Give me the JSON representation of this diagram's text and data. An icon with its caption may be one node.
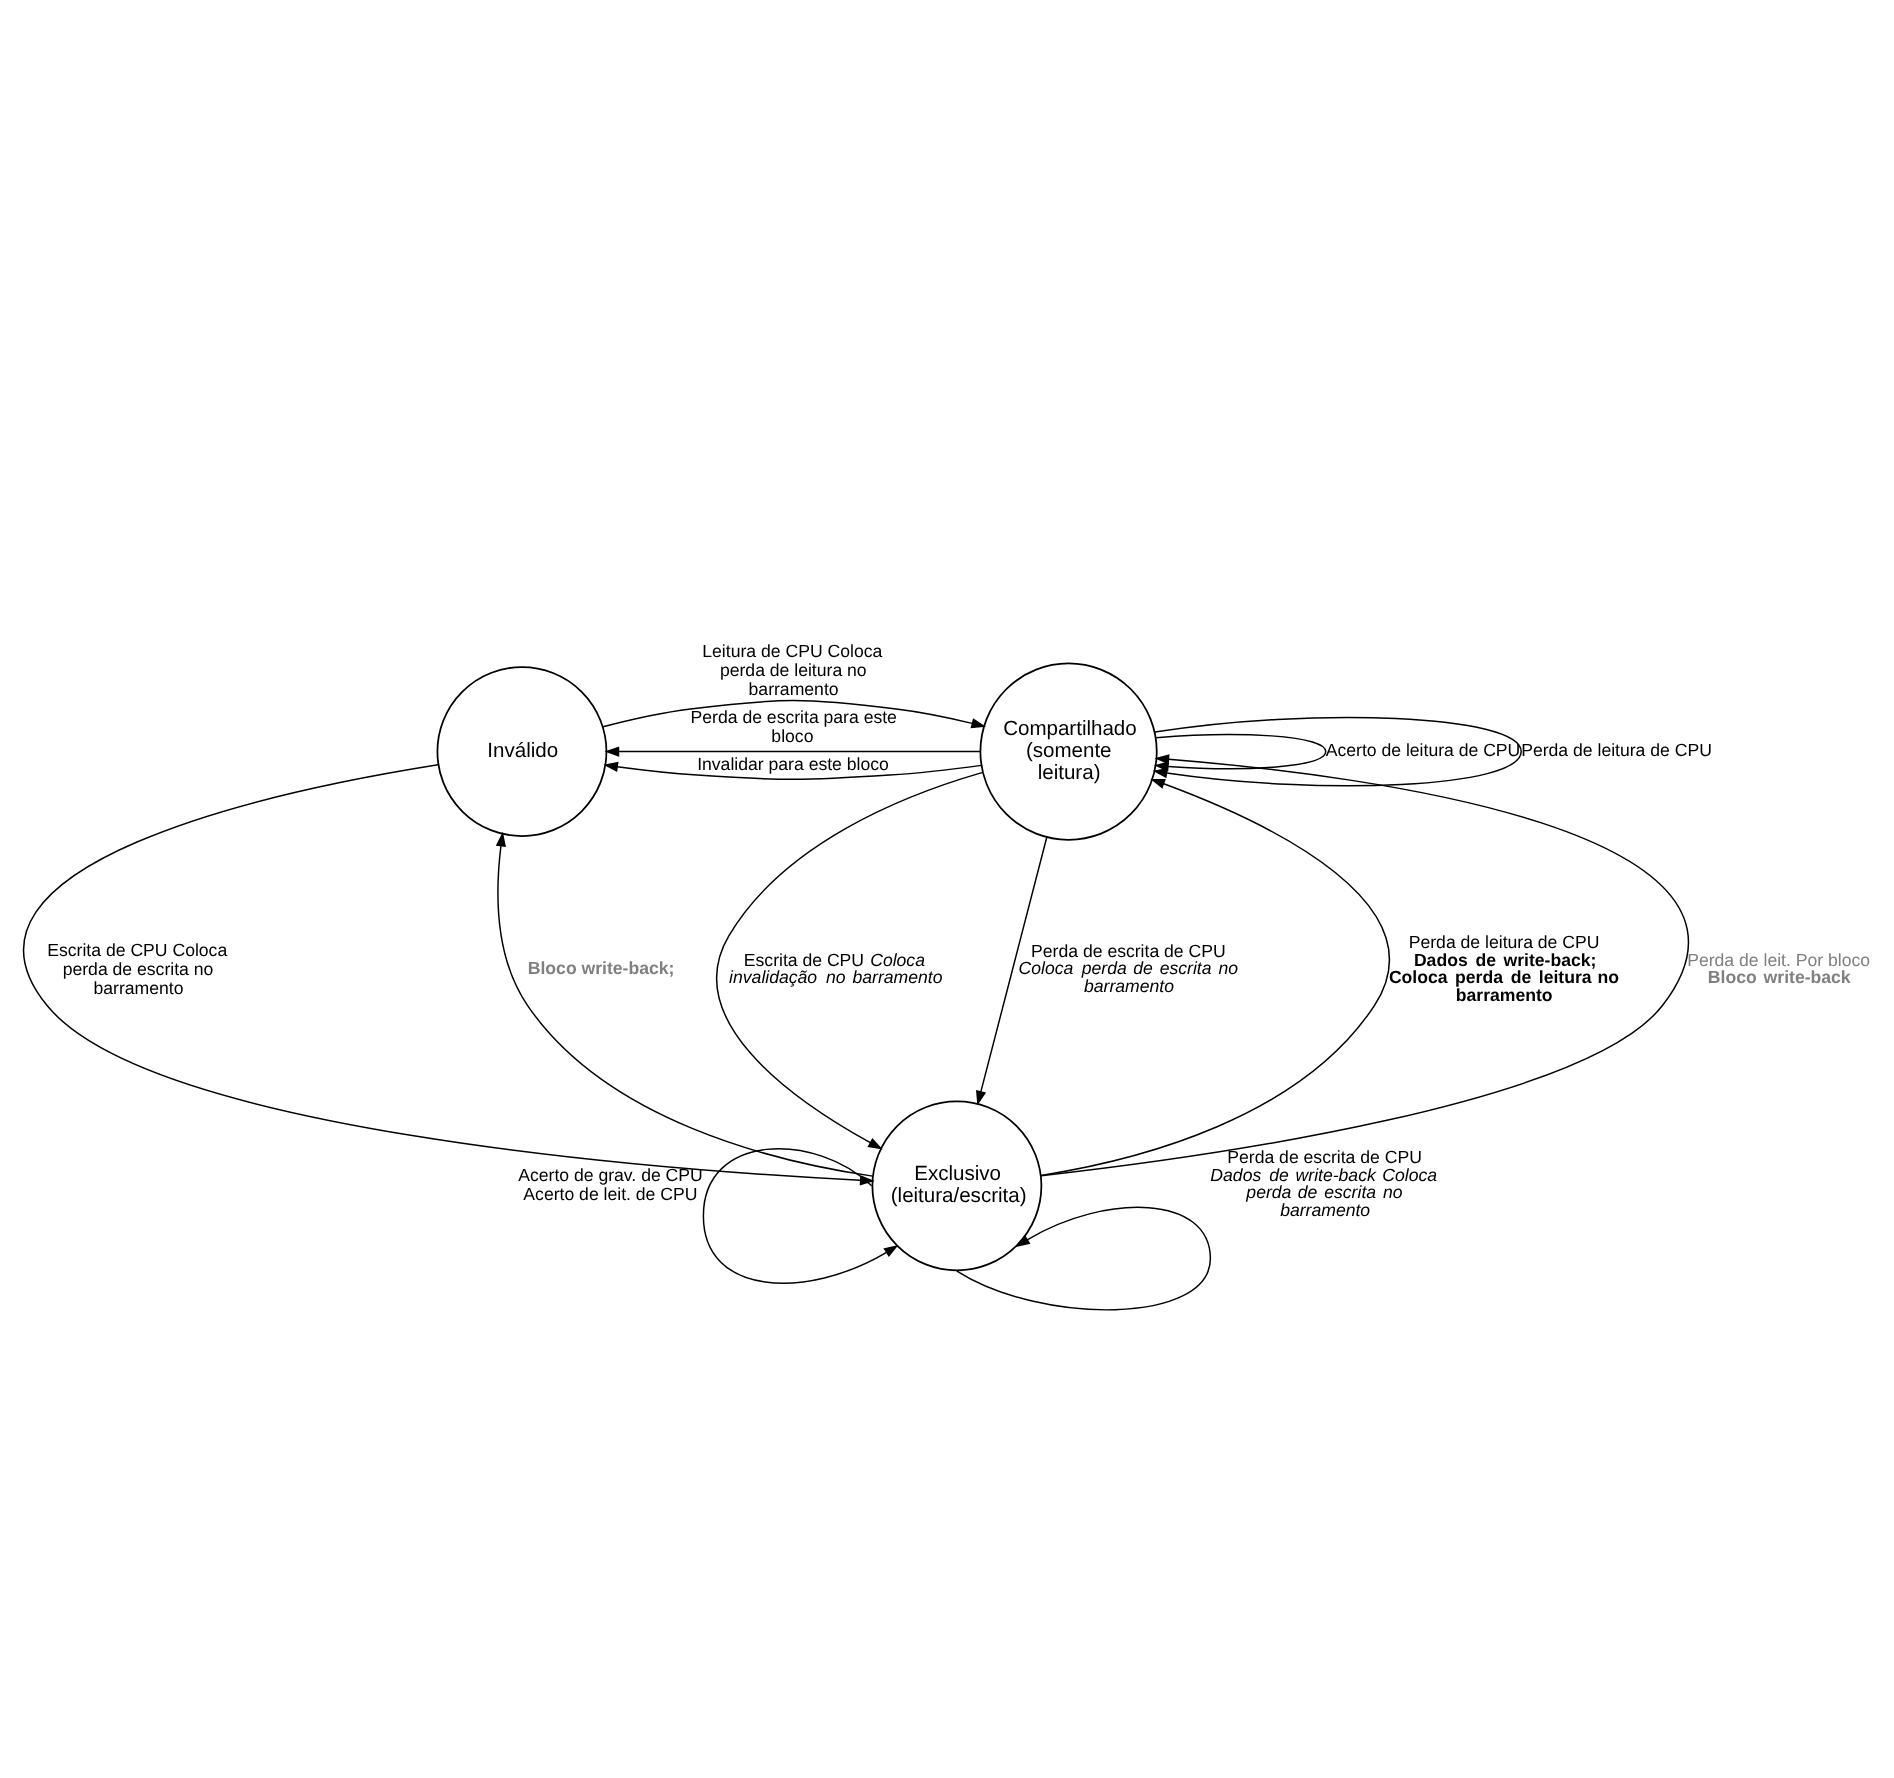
{
  "diagram": {
    "nodes": [
      {
        "text": [
          "Inválido"
        ]
      },
      {
        "text": [
          "Compartilhado (somente leitura)"
        ]
      },
      {
        "text": [
          "Exclusivo (leitura/escrita)"
        ]
      }
    ],
    "edges": [
      {
        "from": 1,
        "to": 0,
        "arrow": "to",
        "label": "Perda de escrita para este bloco"
      },
      {
        "from": 1,
        "to": 0,
        "arrow": "to",
        "label": "Invalidar para este bloco"
      },
      {
        "from": 0,
        "to": 1,
        "arrow": "to",
        "label": "Leitura de CPU Coloca perda de leitura no barramento"
      },
      {
        "from": 1,
        "to": 1,
        "arrow": "to",
        "label": "Acerto de leitura de CPU"
      },
      {
        "from": 1,
        "to": 1,
        "arrow": "to",
        "label": "Perda de leitura de CPU"
      },
      {
        "from": 0,
        "to": 2,
        "arrow": "to",
        "label": "Escrita de CPU Coloca perda de escrita no barramento"
      },
      {
        "from": 2,
        "to": 0,
        "arrow": "to",
        "label": "Bloco write-back;"
      },
      {
        "from": 2,
        "to": 1,
        "arrow": "to",
        "label": "Perda de leitura de CPU **Dados de write-back; Coloca perda de leitura no barramento**"
      },
      {
        "from": 2,
        "to": 1,
        "arrow": "to",
        "label": "Perda de leit. Por bloco **Bloco write-back**"
      },
      {
        "from": 1,
        "to": 2,
        "arrow": "to",
        "label": "Escrita de CPU *Coloca invalidação no barramento*"
      },
      {
        "from": 1,
        "to": 2,
        "arrow": "to",
        "label": "Perda de escrita de CPU *Coloca perda de escrita no barramento*"
      },
      {
        "from": 2,
        "to": 2,
        "arrow": "to",
        "label": "Acerto de grav. de CPU Acerto de leit. de CPU"
      },
      {
        "from": 2,
        "to": 2,
        "arrow": "to",
        "label": "Perda de escrita de CPU *Dados de write-back Coloca perda de escrita no barramento*"
      }
    ]
  }
}
